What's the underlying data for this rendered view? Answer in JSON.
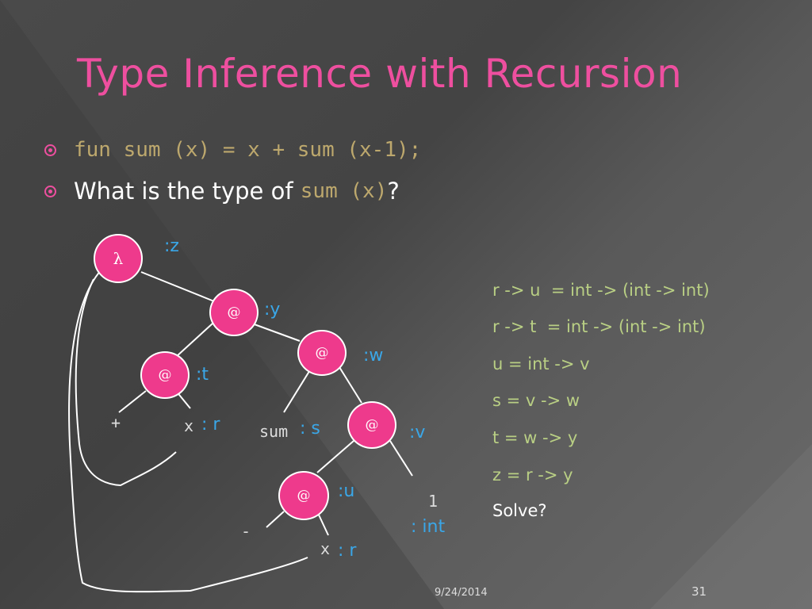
{
  "title": "Type Inference with Recursion",
  "bullets": {
    "code": "fun sum (x) = x + sum (x-1);",
    "question_prefix": "What is the type of ",
    "question_code": "sum (x)",
    "question_suffix": "?"
  },
  "tree": {
    "nodes": {
      "lambda": "λ",
      "app1": "@",
      "app2": "@",
      "app3": "@",
      "app4": "@",
      "app5": "@"
    },
    "type_labels": {
      "z": ":z",
      "y": ":y",
      "w": ":w",
      "t": ":t",
      "v": ":v",
      "u": ":u",
      "x_r_top": ": r",
      "sum_s": ": s",
      "int": ": int",
      "x_r_bottom": ": r"
    },
    "leaves": {
      "plus": "+",
      "x_top": "x",
      "sum": "sum",
      "one": "1",
      "minus": "-",
      "x_bottom": "x"
    }
  },
  "equations": [
    "r -> u  = int -> (int -> int)",
    "r -> t  = int -> (int -> int)",
    "u = int -> v",
    "s = v -> w",
    "t = w -> y",
    "z = r -> y"
  ],
  "solve": "Solve?",
  "footer": {
    "date": "9/24/2014",
    "page": "31"
  },
  "colors": {
    "title": "#ee4f9f",
    "node_fill": "#ee3a8c",
    "type_label": "#3aa7e8",
    "equation": "#b9cf84",
    "code": "#bda86d"
  }
}
